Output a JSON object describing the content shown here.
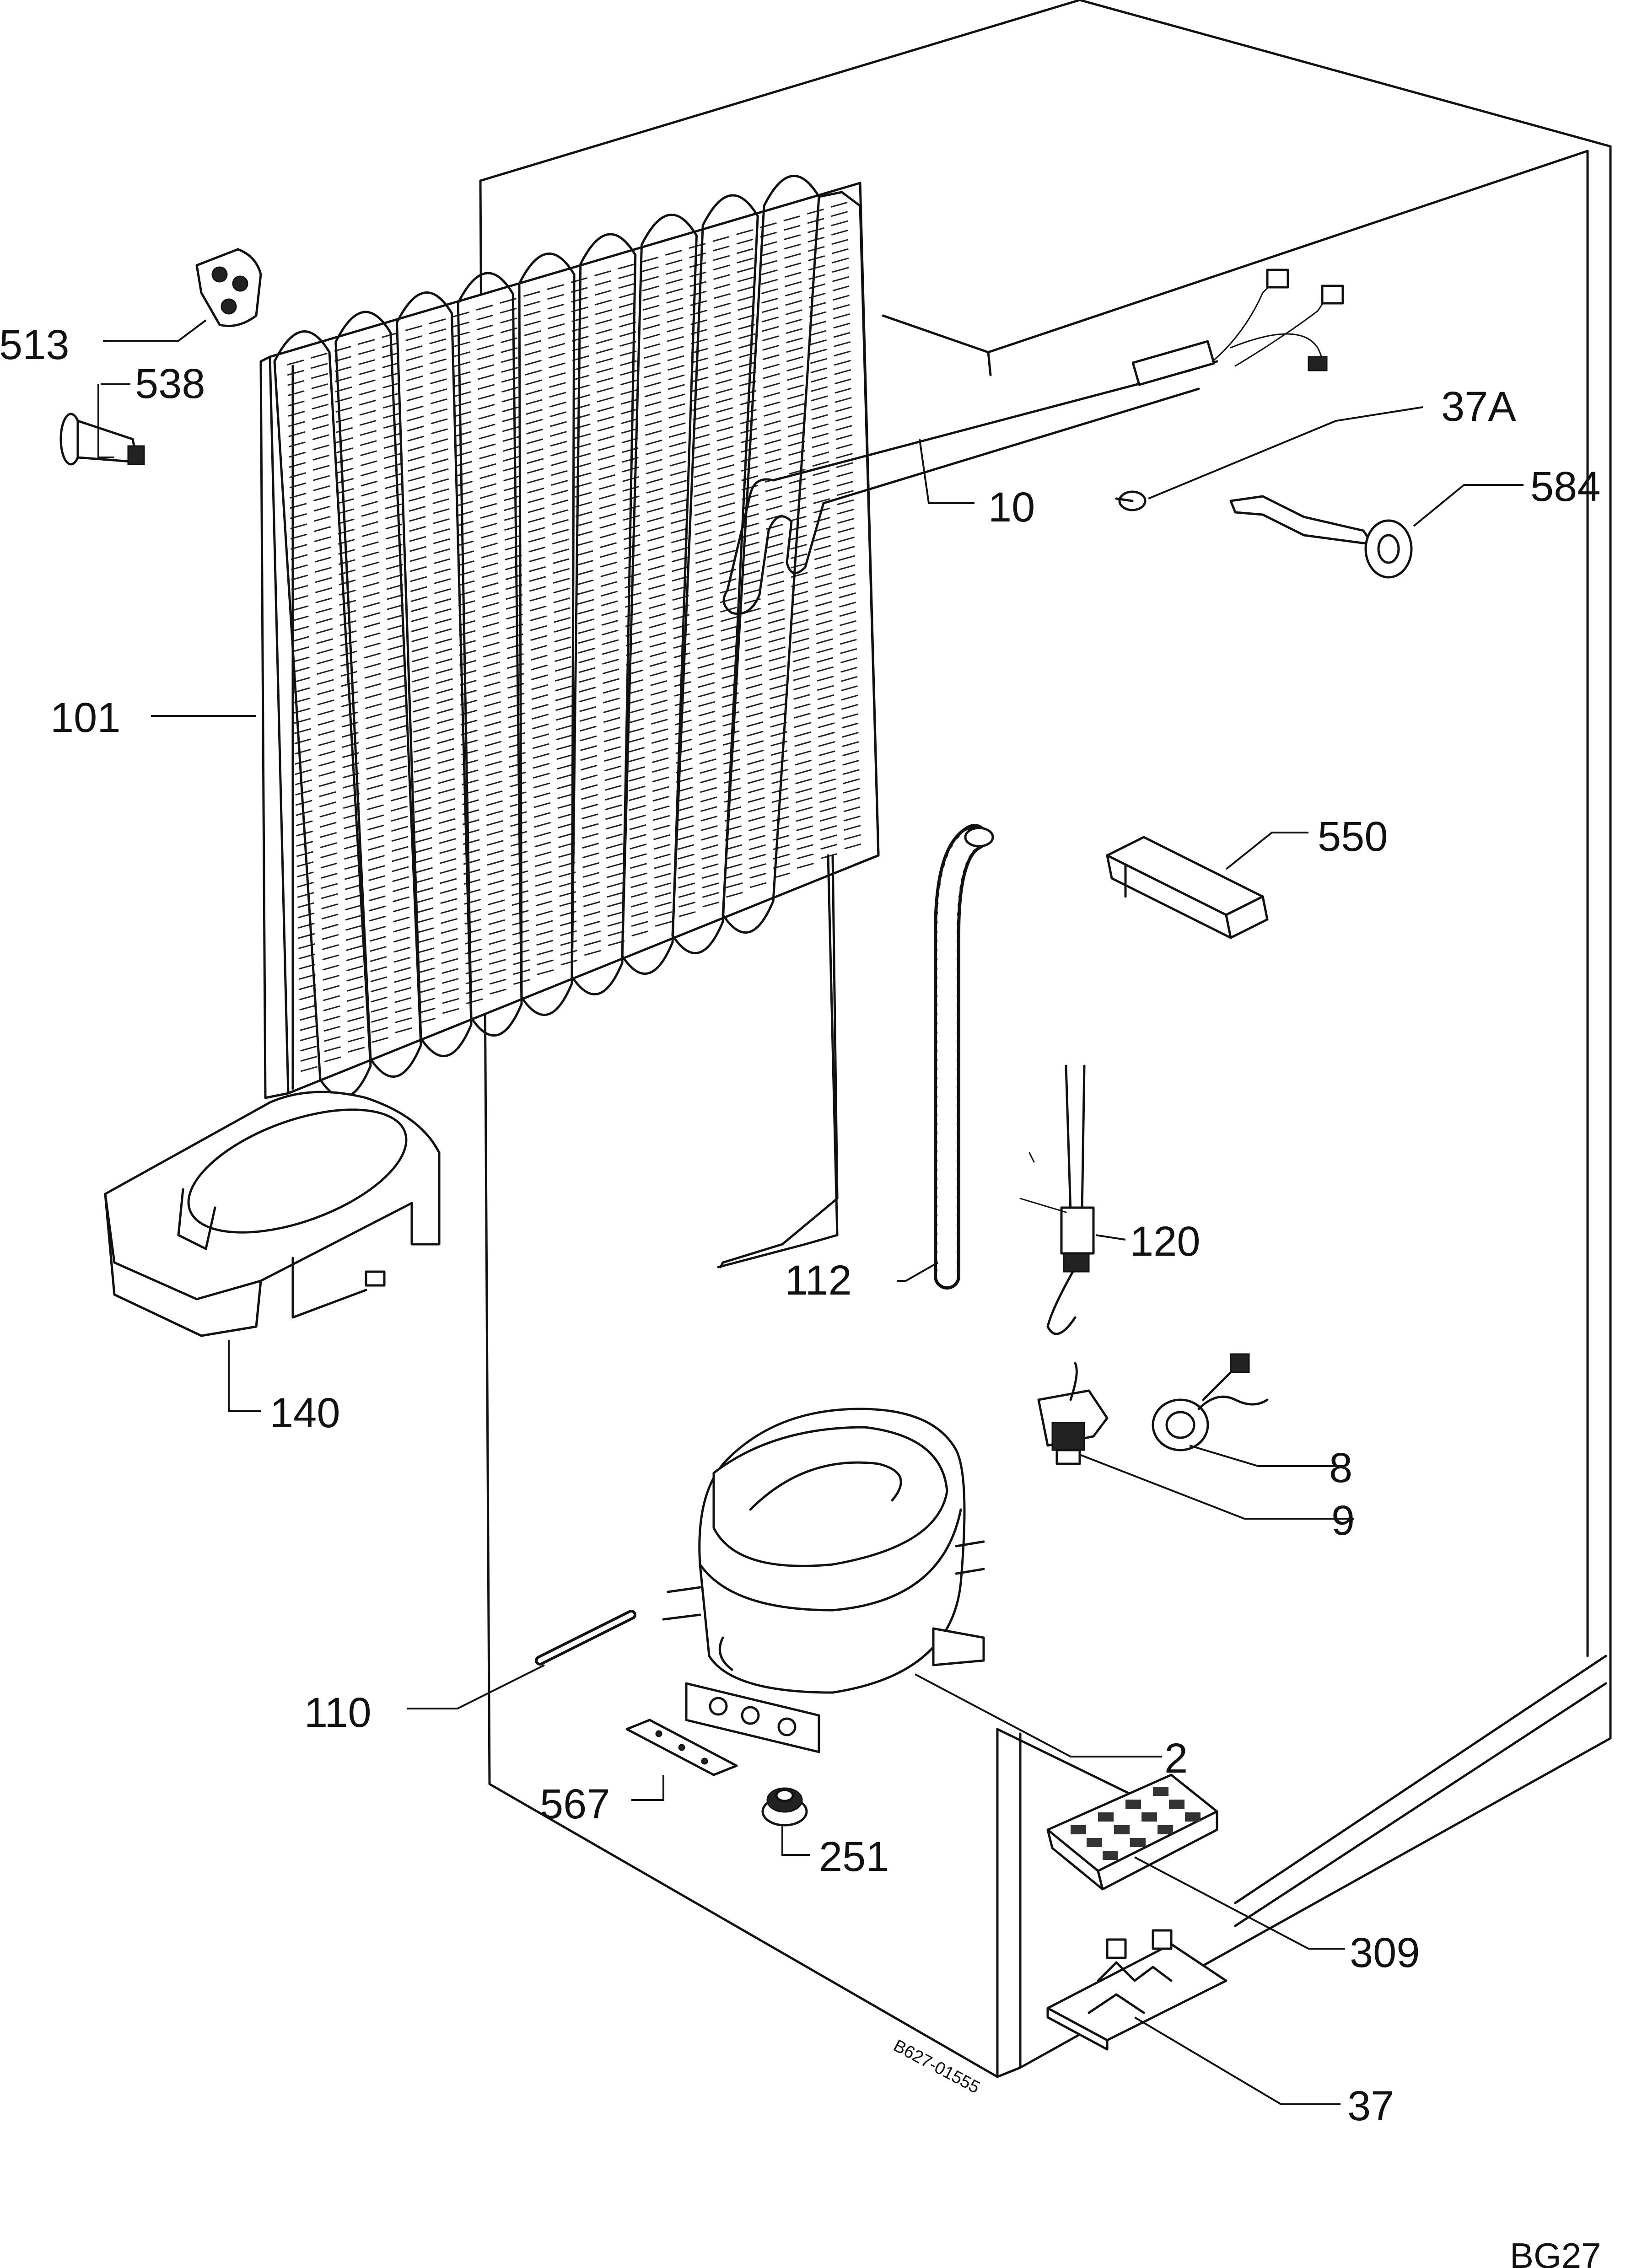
{
  "parts": [
    {
      "id": "513",
      "label": "513",
      "name": "mounting-clip"
    },
    {
      "id": "538",
      "label": "538",
      "name": "fixing-plug"
    },
    {
      "id": "37a",
      "label": "37A",
      "name": "screw"
    },
    {
      "id": "584",
      "label": "584",
      "name": "cable-grommet"
    },
    {
      "id": "10",
      "label": "10",
      "name": "suction-pipe"
    },
    {
      "id": "101",
      "label": "101",
      "name": "condenser"
    },
    {
      "id": "550",
      "label": "550",
      "name": "bracket"
    },
    {
      "id": "112",
      "label": "112",
      "name": "drain-hose"
    },
    {
      "id": "120",
      "label": "120",
      "name": "thermostat-sensor"
    },
    {
      "id": "140",
      "label": "140",
      "name": "evaporation-tray"
    },
    {
      "id": "8",
      "label": "8",
      "name": "relay-cover"
    },
    {
      "id": "9",
      "label": "9",
      "name": "start-relay"
    },
    {
      "id": "110",
      "label": "110",
      "name": "filter-drier"
    },
    {
      "id": "2",
      "label": "2",
      "name": "compressor"
    },
    {
      "id": "567",
      "label": "567",
      "name": "mounting-plate"
    },
    {
      "id": "251",
      "label": "251",
      "name": "rubber-grommet"
    },
    {
      "id": "309",
      "label": "309",
      "name": "terminal-block"
    },
    {
      "id": "37",
      "label": "37",
      "name": "terminal-box"
    }
  ],
  "drawing_ref": "B627-01555",
  "sheet_code": "BG27"
}
